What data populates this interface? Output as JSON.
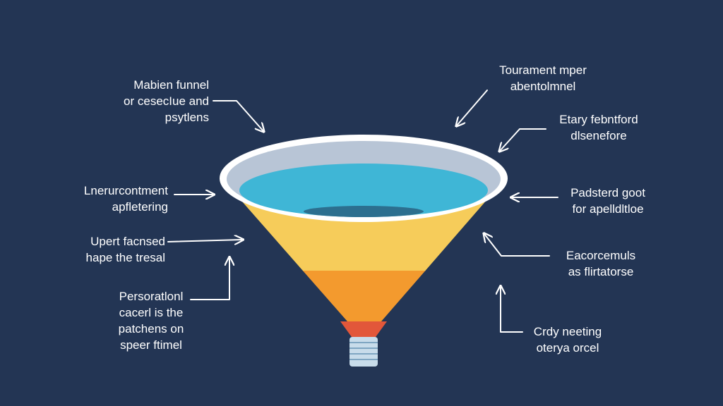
{
  "diagram": {
    "colors": {
      "background": "#233554",
      "rim": "#ffffff",
      "inner_wall": "#b8c5d6",
      "liquid": "#3fb6d6",
      "liquid_dark": "#2c6f8f",
      "band_yellow": "#f6cc5a",
      "band_orange": "#f39a2e",
      "band_red": "#e2573a",
      "spout": "#c8dcea",
      "arrow": "#ffffff",
      "text": "#ffffff"
    },
    "labels": {
      "top_left": {
        "lines": [
          "Mabien funnel",
          "or cesecIue and",
          "psytlens"
        ]
      },
      "mid_left": {
        "lines": [
          "Lnerurcontment",
          "apfletering"
        ]
      },
      "lower_left": {
        "lines": [
          "Upert facnsed",
          "hape the tresal"
        ]
      },
      "bottom_left": {
        "lines": [
          "Persoratlonl",
          "cacerl is the",
          "patchens on",
          "speer ftimel"
        ]
      },
      "top_right": {
        "lines": [
          "Tourament mper",
          "abentolmnel"
        ]
      },
      "upper_right": {
        "lines": [
          "Etary febntford",
          "dlsenefore"
        ]
      },
      "mid_right": {
        "lines": [
          "Padsterd goot",
          "for apelldltloe"
        ]
      },
      "lower_right": {
        "lines": [
          "Eacorcemuls",
          "as flirtatorse"
        ]
      },
      "bottom_right": {
        "lines": [
          "Crdy neeting",
          "oterya orcel"
        ]
      }
    }
  }
}
